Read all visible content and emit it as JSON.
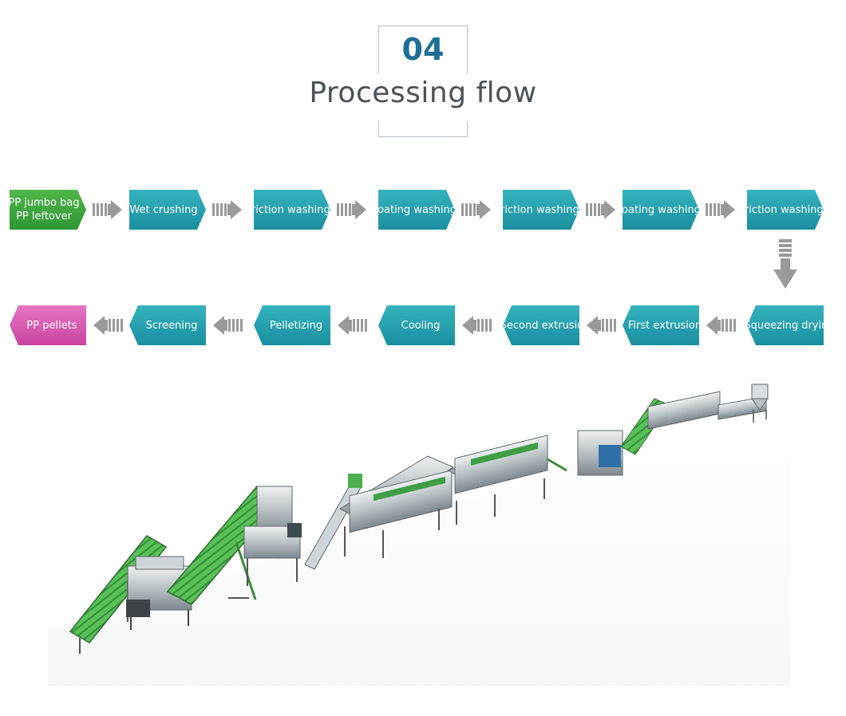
{
  "header": {
    "number": "04",
    "title": "Processing flow"
  },
  "flow": {
    "row1": [
      {
        "label": "PP jumbo bag\nPP leftover",
        "color": "green"
      },
      {
        "label": "Wet crushing",
        "color": "teal"
      },
      {
        "label": "Friction washing",
        "color": "teal"
      },
      {
        "label": "Floating washing",
        "color": "teal"
      },
      {
        "label": "Friction washing",
        "color": "teal"
      },
      {
        "label": "Floating washing",
        "color": "teal"
      },
      {
        "label": "Friction washing",
        "color": "teal"
      }
    ],
    "row2": [
      {
        "label": "PP pellets",
        "color": "pink"
      },
      {
        "label": "Screening",
        "color": "teal"
      },
      {
        "label": "Pelletizing",
        "color": "teal"
      },
      {
        "label": "Cooling",
        "color": "teal"
      },
      {
        "label": "Second extrusion",
        "color": "teal"
      },
      {
        "label": "First extrusion",
        "color": "teal"
      },
      {
        "label": "Squeezing drying",
        "color": "teal"
      }
    ]
  },
  "colors": {
    "accent_number": "#1e6f94",
    "title_text": "#4b5157",
    "teal_step": "#2aa3b0",
    "green_step": "#3ea83f",
    "pink_step": "#d957b0",
    "arrow": "#9a9a9a",
    "machine_green": "#4caf50"
  },
  "illustration": {
    "icon": "recycling-line-machinery-icon"
  }
}
